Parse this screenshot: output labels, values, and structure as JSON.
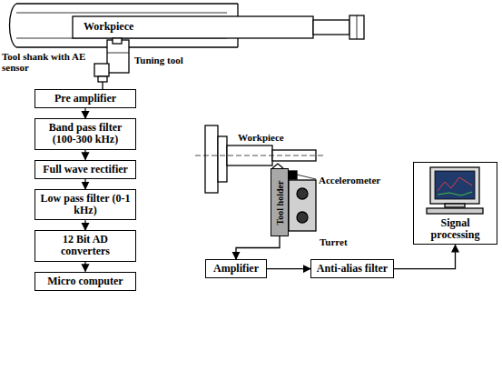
{
  "diagram": {
    "nodes": [
      {
        "text": [
          "Pre amplifier"
        ]
      },
      {
        "text": [
          "Band pass filter (100-300 kHz)"
        ]
      },
      {
        "text": [
          "Full wave rectifier"
        ]
      },
      {
        "text": [
          "Low pass filter (0-1 kHz)"
        ]
      },
      {
        "text": [
          "12 Bit AD converters"
        ]
      },
      {
        "text": [
          "Micro computer"
        ]
      },
      {
        "text": [
          "Tool holder"
        ]
      },
      {
        "text": [
          "Amplifier"
        ]
      },
      {
        "text": [
          "Anti-alias filter"
        ]
      },
      {
        "text": [
          "Signal processing"
        ]
      }
    ],
    "edges": [
      {
        "from": 0,
        "to": 1,
        "arrow": "to"
      },
      {
        "from": 1,
        "to": 2,
        "arrow": "to"
      },
      {
        "from": 2,
        "to": 3,
        "arrow": "to"
      },
      {
        "from": 3,
        "to": 4,
        "arrow": "to"
      },
      {
        "from": 4,
        "to": 5,
        "arrow": "to"
      },
      {
        "from": 6,
        "to": 7,
        "arrow": "to"
      },
      {
        "from": 7,
        "to": 8,
        "arrow": "to"
      },
      {
        "from": 8,
        "to": 9,
        "arrow": "to"
      }
    ],
    "labels": [
      "Workpiece",
      "Tool shank with AE sensor",
      "Tuning tool",
      "Workpiece",
      "Accelerometer",
      "Turret"
    ]
  }
}
